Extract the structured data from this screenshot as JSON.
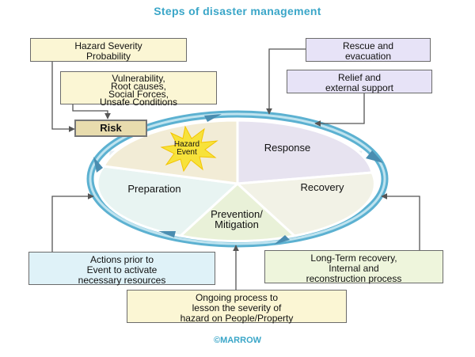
{
  "title": "Steps of disaster management",
  "boxes": {
    "hazard_severity": "Hazard Severity\nProbability",
    "vulnerability": "Vulnerability,\nRoot causes,\nSocial Forces,\nUnsafe Conditions",
    "risk": "Risk",
    "rescue": "Rescue and\nevacuation",
    "relief": "Relief and\nexternal support",
    "actions_prior": "Actions prior to\nEvent to activate\nnecessary resources",
    "long_term": "Long-Term recovery,\nInternal and\nreconstruction process",
    "ongoing": "Ongoing process to\nlesson the severity of\nhazard on People/Property"
  },
  "cycle": {
    "hazard_event": "Hazard\nEvent",
    "response": "Response",
    "recovery": "Recovery",
    "prevention": "Prevention/\nMitigation",
    "preparation": "Preparation"
  },
  "watermark": "MARROW",
  "footer": "©MARROW",
  "colors": {
    "title": "#3aa6c8",
    "arrow_ring": "#4aa8cc",
    "response_segment": "#e7e3f0",
    "recovery_segment": "#f2f2e6",
    "prevention_segment": "#e9f1d8",
    "preparation_segment": "#e8f4f2",
    "hazard_segment": "#f2ecd6"
  }
}
